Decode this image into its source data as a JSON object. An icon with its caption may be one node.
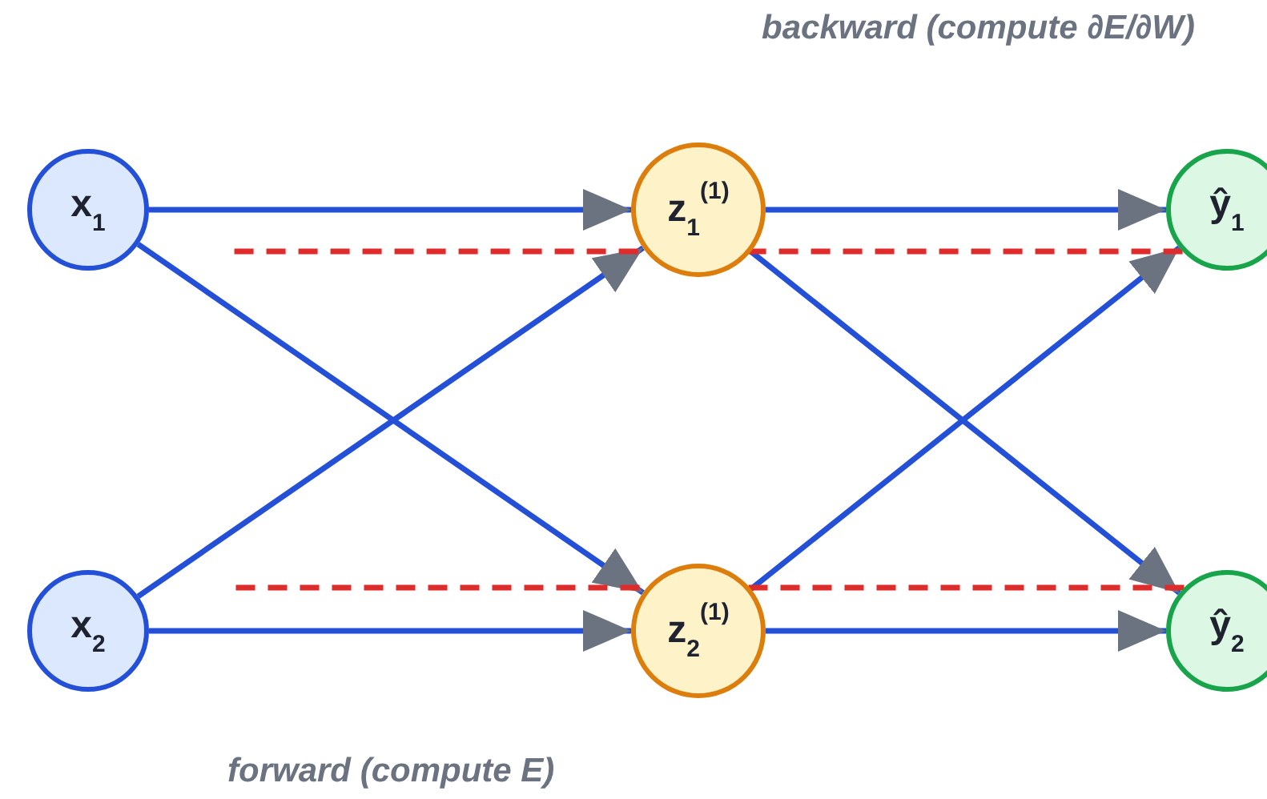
{
  "diagram": {
    "nodes": [
      {
        "text": [
          "x$_{1}$"
        ]
      },
      {
        "text": [
          "x$_{2}$"
        ]
      },
      {
        "text": [
          "z$_{1}$$^{(1)}$"
        ]
      },
      {
        "text": [
          "z$_{2}$$^{(1)}$"
        ]
      },
      {
        "text": [
          "ŷ$_{1}$"
        ]
      },
      {
        "text": [
          "ŷ$_{2}$"
        ]
      }
    ],
    "edges": [
      {
        "from": 0,
        "to": 2,
        "arrow": "to"
      },
      {
        "from": 0,
        "to": 3,
        "arrow": "to"
      },
      {
        "from": 1,
        "to": 2,
        "arrow": "to"
      },
      {
        "from": 1,
        "to": 3,
        "arrow": "to"
      },
      {
        "from": 2,
        "to": 4,
        "arrow": "to"
      },
      {
        "from": 2,
        "to": 5,
        "arrow": "to"
      },
      {
        "from": 3,
        "to": 4,
        "arrow": "to"
      },
      {
        "from": 3,
        "to": 5,
        "arrow": "to"
      },
      {
        "from": 4,
        "to": null,
        "arrow": "none",
        "style": "dashed",
        "color": "#e02b2b"
      },
      {
        "from": 5,
        "to": null,
        "arrow": "none",
        "style": "dashed",
        "color": "#e02b2b"
      }
    ],
    "labels": [
      "backward (compute ∂E/∂W)",
      "forward (compute E)"
    ]
  }
}
